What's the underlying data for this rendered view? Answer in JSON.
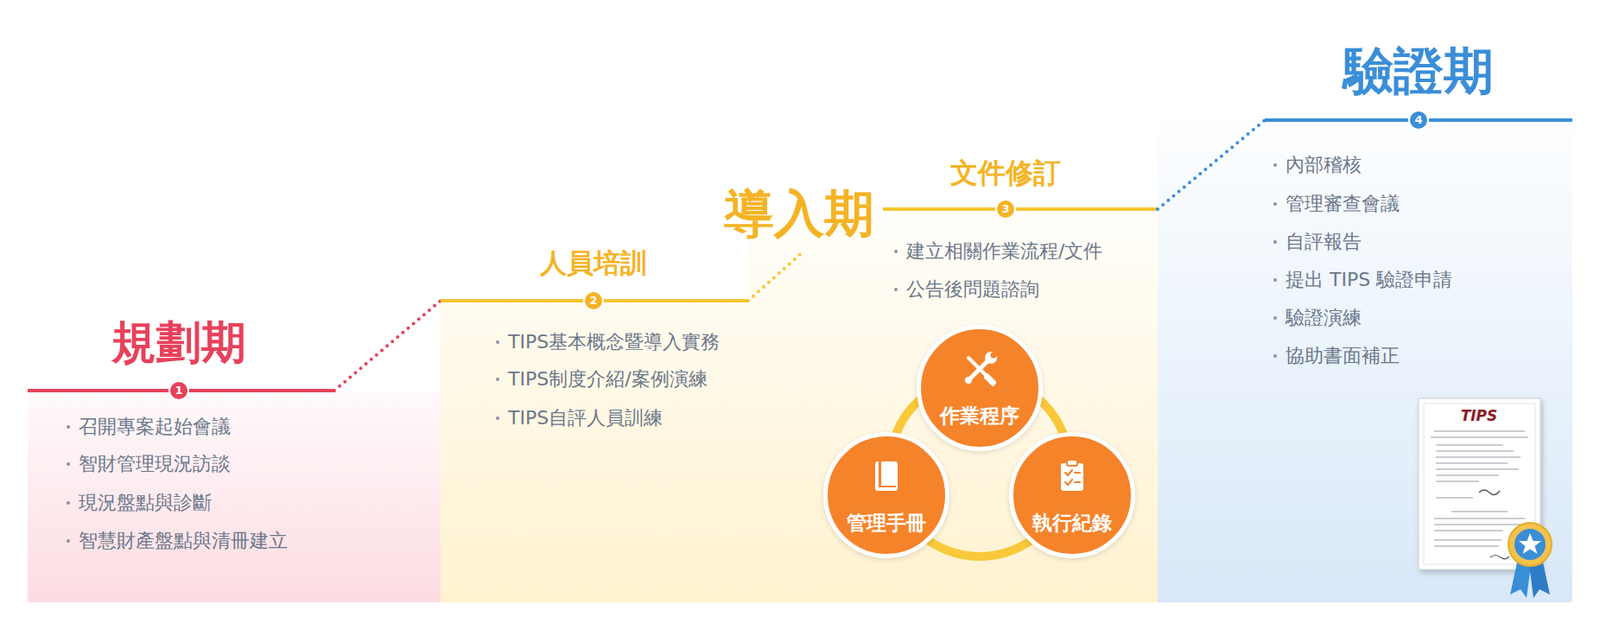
{
  "diagram": {
    "nodes": [
      {
        "text": [
          "規劃期",
          "召開專案起始會議",
          "智財管理現況訪談",
          "現況盤點與診斷",
          "智慧財產盤點與清冊建立"
        ]
      },
      {
        "text": [
          "導入期"
        ]
      },
      {
        "text": [
          "人員培訓",
          "TIPS基本概念暨導入實務",
          "TIPS制度介紹/案例演練",
          "TIPS自評人員訓練"
        ],
        "in": 1
      },
      {
        "text": [
          "文件修訂",
          "建立相關作業流程/文件",
          "公告後問題諮詢"
        ],
        "in": 1
      },
      {
        "text": [
          "作業程序"
        ],
        "in": 3
      },
      {
        "text": [
          "管理手冊"
        ],
        "in": 3
      },
      {
        "text": [
          "執行紀錄"
        ],
        "in": 3
      },
      {
        "text": [
          "驗證期",
          "內部稽核",
          "管理審查會議",
          "自評報告",
          "提出 TIPS 驗證申請",
          "驗證演練",
          "協助書面補正"
        ]
      }
    ],
    "labels": [
      "1",
      "2",
      "3",
      "4",
      "TIPS"
    ]
  }
}
